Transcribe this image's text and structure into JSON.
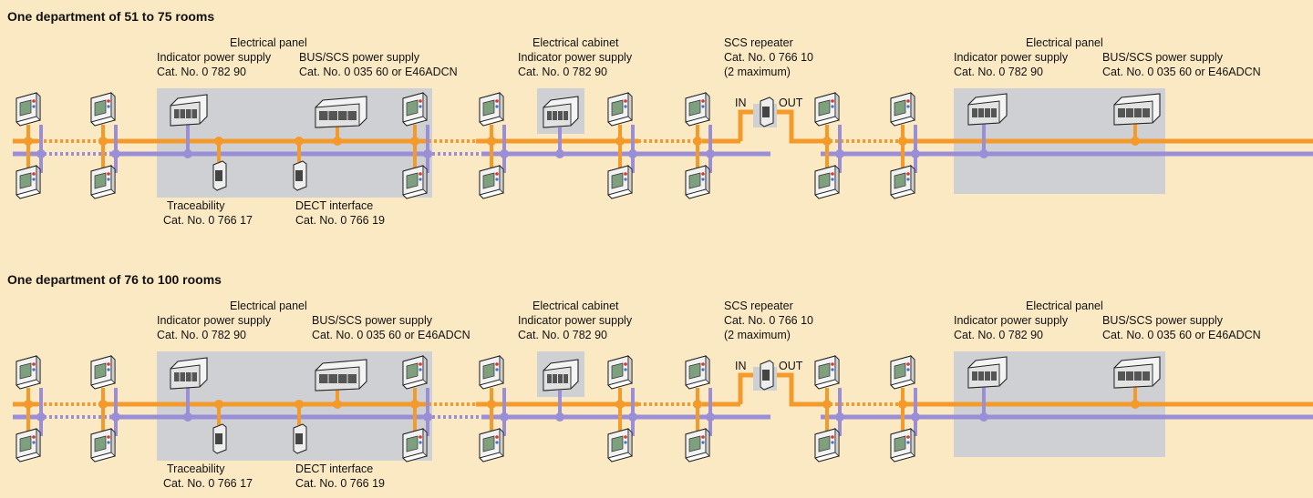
{
  "colors": {
    "background": "#fbe9c4",
    "panel": "#cfd0d3",
    "orange_line": "#f39a2b",
    "purple_line": "#9a8fd6"
  },
  "sections": [
    {
      "title": "One department of 51 to 75 rooms",
      "panel_left": {
        "title": "Electrical panel",
        "indicator": {
          "name": "Indicator power supply",
          "cat": "Cat. No. 0 782 90"
        },
        "bus": {
          "name": "BUS/SCS power supply",
          "cat": "Cat. No. 0 035 60 or E46ADCN"
        }
      },
      "cabinet": {
        "title": "Electrical cabinet",
        "name": "Indicator power supply",
        "cat": "Cat. No. 0 782 90"
      },
      "repeater": {
        "title": "SCS repeater",
        "cat": "Cat. No. 0 766 10",
        "note": "(2 maximum)",
        "in": "IN",
        "out": "OUT"
      },
      "panel_right": {
        "title": "Electrical panel",
        "indicator": {
          "name": "Indicator power supply",
          "cat": "Cat. No. 0 782 90"
        },
        "bus": {
          "name": "BUS/SCS power supply",
          "cat": "Cat. No. 0 035 60 or E46ADCN"
        }
      },
      "traceability": {
        "name": "Traceability",
        "cat": "Cat. No. 0 766 17"
      },
      "dect": {
        "name": "DECT interface",
        "cat": "Cat. No. 0 766 19"
      }
    },
    {
      "title": "One department of 76 to 100 rooms",
      "panel_left": {
        "title": "Electrical panel",
        "indicator": {
          "name": "Indicator power supply",
          "cat": "Cat. No. 0 782 90"
        },
        "bus": {
          "name": "BUS/SCS power supply",
          "cat": "Cat. No. 0 035 60 or E46ADCN"
        }
      },
      "cabinet": {
        "title": "Electrical cabinet",
        "name": "Indicator power supply",
        "cat": "Cat. No. 0 782 90"
      },
      "repeater": {
        "title": "SCS repeater",
        "cat": "Cat. No. 0 766 10",
        "note": "(2 maximum)",
        "in": "IN",
        "out": "OUT"
      },
      "panel_right": {
        "title": "Electrical panel",
        "indicator": {
          "name": "Indicator power supply",
          "cat": "Cat. No. 0 782 90"
        },
        "bus": {
          "name": "BUS/SCS power supply",
          "cat": "Cat. No. 0 035 60 or E46ADCN"
        }
      },
      "traceability": {
        "name": "Traceability",
        "cat": "Cat. No. 0 766 17"
      },
      "dect": {
        "name": "DECT interface",
        "cat": "Cat. No. 0 766 19"
      }
    }
  ],
  "icons": [
    "room-call-unit-icon",
    "power-supply-module-icon",
    "din-rail-module-icon"
  ]
}
